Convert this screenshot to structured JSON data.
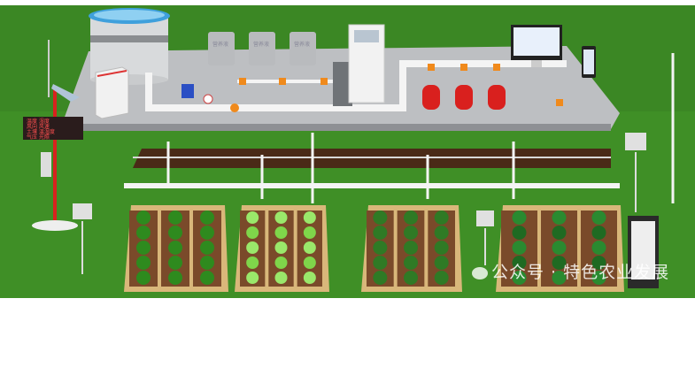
{
  "watermark": {
    "text": "公众号 · 特色农业发展",
    "icon": "wechat-icon"
  },
  "tanks": [
    {
      "label": "营养液"
    },
    {
      "label": "营养液"
    },
    {
      "label": "营养液"
    }
  ],
  "led_display": {
    "lines": [
      "温度 湿度",
      "风向 风速",
      "土壤 温湿度",
      "气压 光照"
    ]
  },
  "colors": {
    "grass": "#3f8f26",
    "platform": "#bdbfc2",
    "soil": "#7a4a2a",
    "pipe": "#f4f4f4",
    "water": "#5fb4e6",
    "filter": "#d9201e"
  }
}
